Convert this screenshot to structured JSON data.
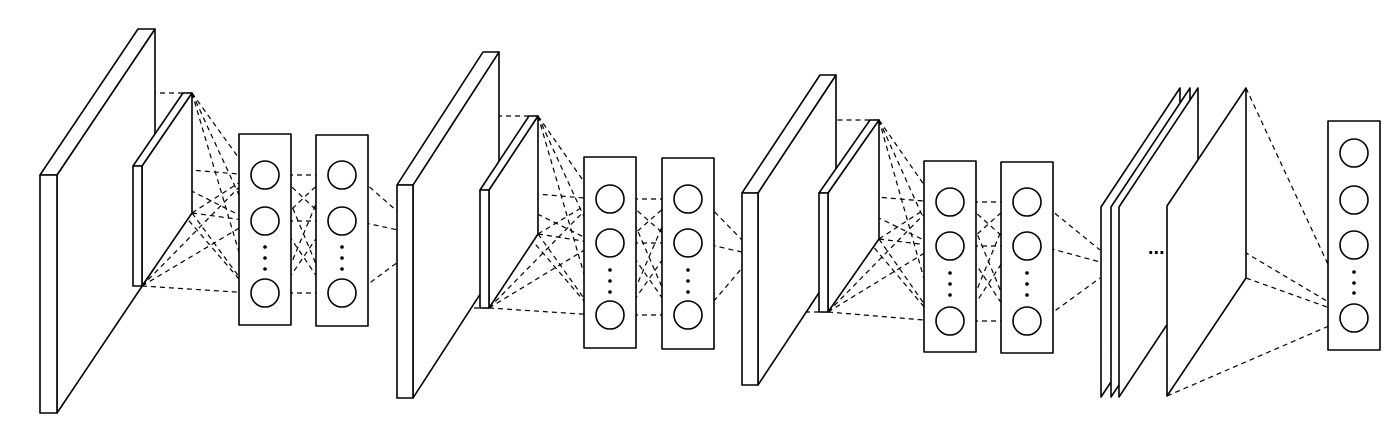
{
  "diagram": {
    "kind": "convolutional neural network",
    "conv_stages": 3,
    "nodes_visible_per_layer": 3,
    "output_nodes_visible": 4,
    "ellipsis_label": "...",
    "stroke_color": "#000000",
    "background_color": "#ffffff"
  }
}
